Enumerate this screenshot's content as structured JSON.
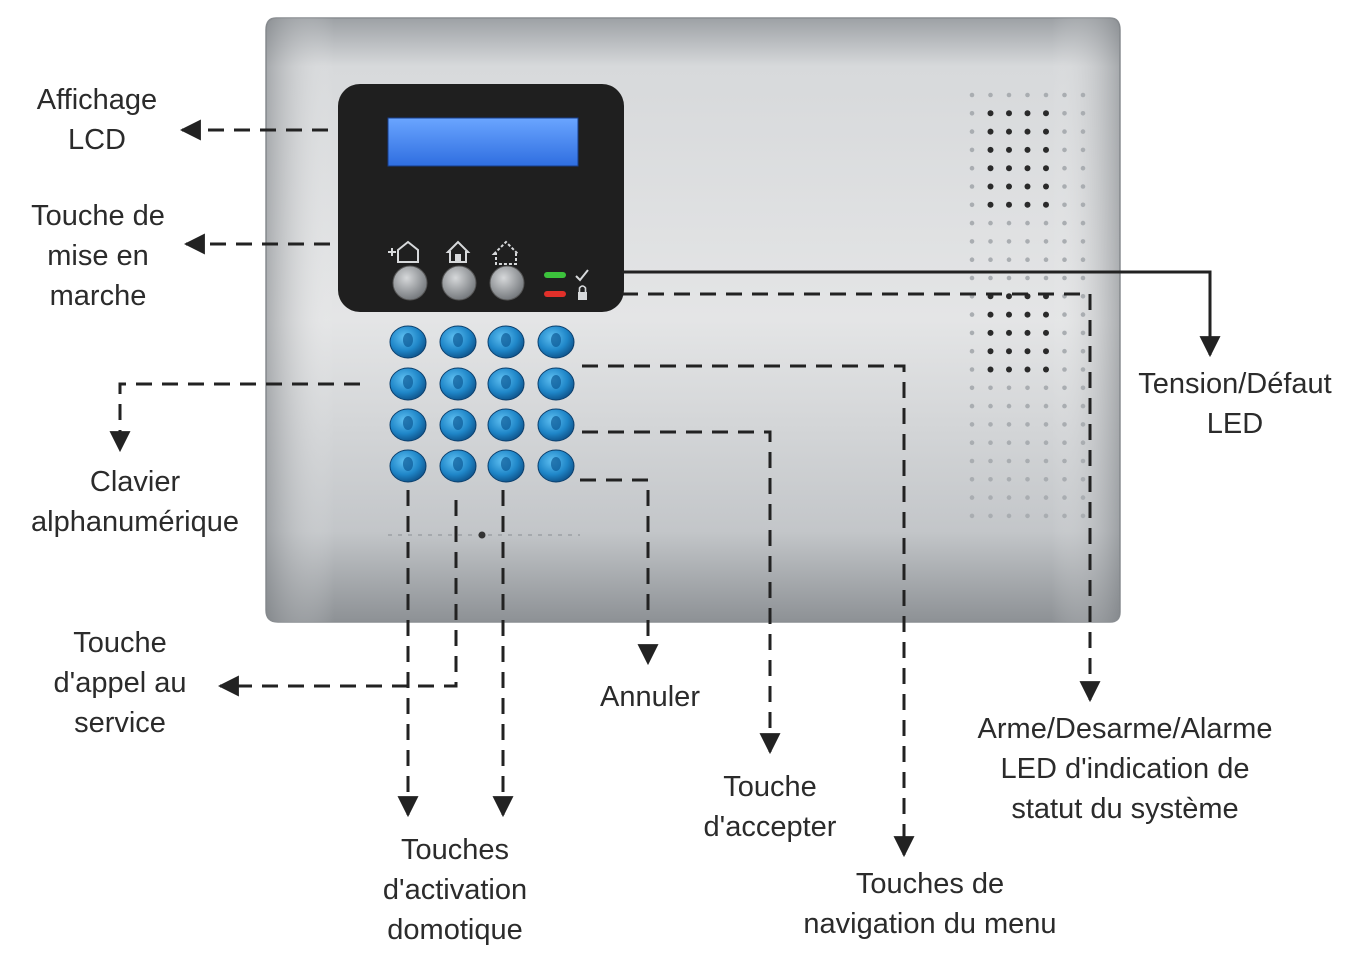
{
  "device": {
    "lcd_display": {
      "line1": "",
      "line2": ""
    }
  },
  "callouts": {
    "lcd": {
      "lines": [
        "Affichage",
        "LCD"
      ]
    },
    "power_key": {
      "lines": [
        "Touche de",
        "mise en",
        "marche"
      ]
    },
    "keypad": {
      "lines": [
        "Clavier",
        "alphanumérique"
      ]
    },
    "call_key": {
      "lines": [
        "Touche",
        "d'appel au",
        "service"
      ]
    },
    "domotic_keys": {
      "lines": [
        "Touches",
        "d'activation",
        "domotique"
      ]
    },
    "cancel": {
      "lines": [
        "Annuler"
      ]
    },
    "accept": {
      "lines": [
        "Touche",
        "d'accepter"
      ]
    },
    "menu_nav": {
      "lines": [
        "Touches de",
        "navigation du menu"
      ]
    },
    "status_led": {
      "lines": [
        "Arme/Desarme/Alarme",
        "LED d'indication de",
        "statut du système"
      ]
    },
    "power_led": {
      "lines": [
        "Tension/Défaut",
        "LED"
      ]
    }
  },
  "colors": {
    "panel_body": "#c9cccf",
    "display_bezel": "#1f1f1f",
    "lcd_screen": "#3f7fe6",
    "key_blue": "#2a8fd0",
    "led_green": "#3cc23c",
    "led_red": "#e0302a",
    "connector_line": "#222222"
  },
  "icons": {
    "mode_keys": [
      "house-plus-icon",
      "house-icon",
      "house-outline-icon"
    ],
    "led_indicators": [
      "power-check-icon",
      "lock-icon"
    ]
  }
}
